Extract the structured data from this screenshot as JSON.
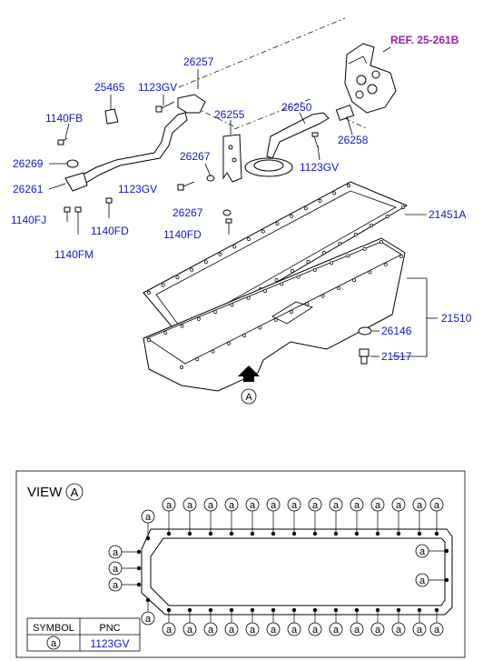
{
  "ref_label": "REF. 25-261B",
  "parts": {
    "p25465": "25465",
    "p1123GV_a": "1123GV",
    "p26257": "26257",
    "p1140FB": "1140FB",
    "p26255": "26255",
    "p26250": "26250",
    "p26258": "26258",
    "p26269": "26269",
    "p26267_a": "26267",
    "p1123GV_b": "1123GV",
    "p26261": "26261",
    "p1123GV_c": "1123GV",
    "p26267_b": "26267",
    "p1140FJ": "1140FJ",
    "p1140FD_a": "1140FD",
    "p1140FD_b": "1140FD",
    "p1140FM": "1140FM",
    "p21451A": "21451A",
    "p21510": "21510",
    "p26146": "26146",
    "p21517": "21517"
  },
  "arrow_label": "A",
  "view": {
    "title": "VIEW",
    "circle_letter": "A",
    "bolt_symbol": "a"
  },
  "legend": {
    "col_symbol": "SYMBOL",
    "col_pnc": "PNC",
    "symbol": "a",
    "pnc": "1123GV"
  }
}
